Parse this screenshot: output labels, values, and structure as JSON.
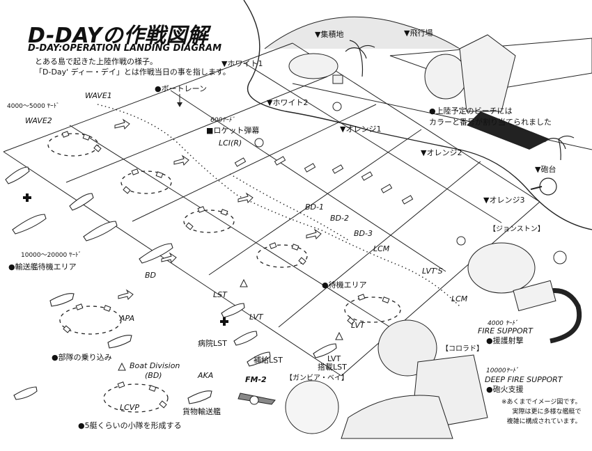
{
  "title": "D-DAYの作戦図解",
  "subtitle": "D-DAY:OPERATION LANDING DIAGRAM",
  "intro": {
    "line1": "とある島で起きた上陸作戦の様子。",
    "line2": "「D-Day' ディー・デイ」とは作戦当日の事を指します。"
  },
  "beaches": {
    "white1": "▼ホワイト1",
    "white2": "▼ホワイト2",
    "orange1": "▼オレンジ1",
    "orange2": "▼オレンジ2",
    "orange3": "▼オレンジ3"
  },
  "places": {
    "staging": "▼集積地",
    "airfield": "▼飛行場",
    "battery": "▼砲台"
  },
  "beach_note": {
    "line1": "●上陸予定のビーチには",
    "line2": "カラーと番号が割り当てられました"
  },
  "lanes": {
    "boat_lane": "●ボートレーン",
    "wave1": "WAVE1",
    "wave2": "WAVE2",
    "distance_wave": "4000～5000 ﾔｰﾄﾞ",
    "rocket_distance": "600ﾔｰﾄﾞ",
    "rocket": "■ロケット弾幕",
    "lci": "LCI(R)"
  },
  "boats": {
    "bd1": "BD-1",
    "bd2": "BD-2",
    "bd3": "BD-3",
    "lcm": "LCM",
    "lcm2": "LCM",
    "lvts": "LVT'S",
    "lvt": "LVT",
    "lvt2": "LVT",
    "lst": "LST",
    "bd": "BD",
    "apa": "APA",
    "aka": "AKA",
    "lcvp": "LCVP",
    "boat_division": "Boat Division",
    "bd_paren": "(BD)",
    "fm2": "FM-2"
  },
  "areas": {
    "transport_distance": "10000～20000 ﾔｰﾄﾞ",
    "transport_area": "●輸送艦待機エリア",
    "waiting_area": "●待機エリア",
    "boarding": "●部隊の乗り込み",
    "formation": "●5艇くらいの小隊を形成する",
    "cargo_ship": "貨物輸送艦",
    "hospital_lst": "病院LST",
    "supply_lst": "補給LST",
    "lvt_carrier_1": "LVT",
    "lvt_carrier_2": "搭載LST"
  },
  "support": {
    "fire_distance": "4000 ﾔｰﾄﾞ",
    "fire_support": "FIRE SUPPORT",
    "fire_support_jp": "●援護射撃",
    "deep_distance": "10000ﾔｰﾄﾞ",
    "deep_fire_support": "DEEP FIRE SUPPORT",
    "deep_fire_jp": "●砲火支援"
  },
  "characters": {
    "johnston": "【ジョンストン】",
    "colorado": "【コロラド】",
    "gambier_bay": "【ガンビア・ベイ】"
  },
  "footnote": {
    "line1": "※あくまでイメージ図です。",
    "line2": "実際は更に多様な艦艇で",
    "line3": "複雑に構成されています。"
  }
}
